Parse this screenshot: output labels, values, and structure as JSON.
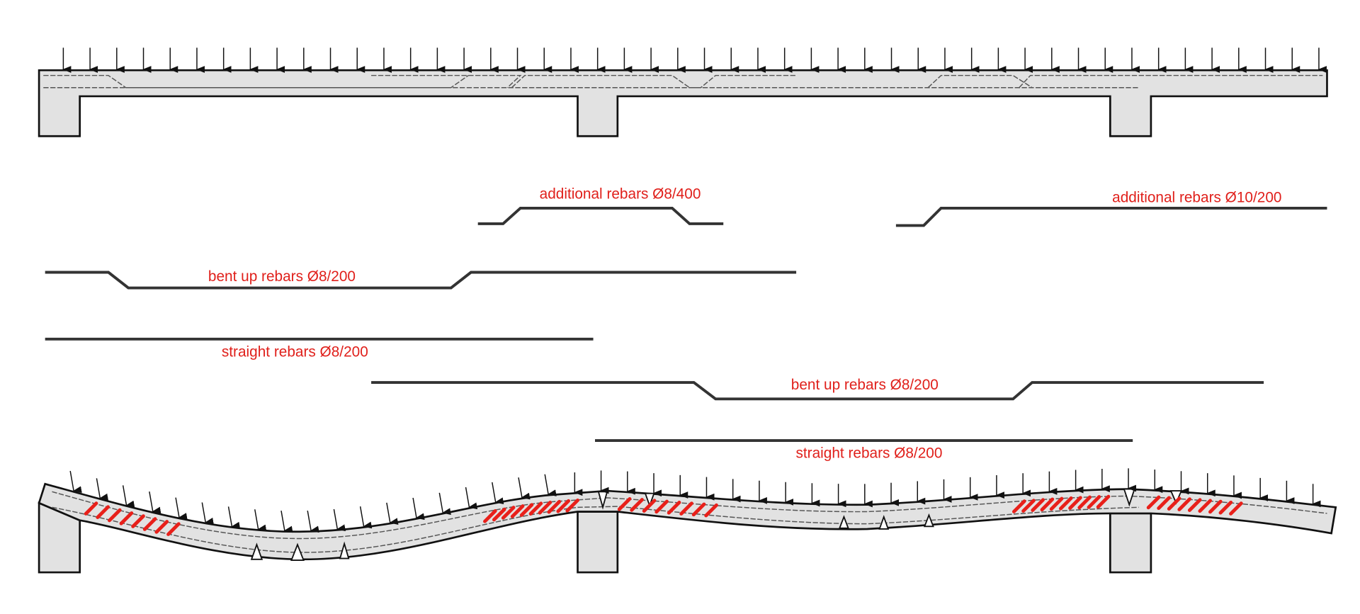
{
  "labels": {
    "additional_8_400": "additional rebars Ø8/400",
    "additional_10_200": "additional rebars Ø10/200",
    "bent_up_left": "bent up rebars Ø8/200",
    "straight_left": "straight rebars Ø8/200",
    "bent_up_right": "bent up rebars Ø8/200",
    "straight_right": "straight rebars Ø8/200"
  },
  "colors": {
    "label": "#e0201b",
    "cracks": "#e8201a",
    "concrete": "#e2e2e2"
  }
}
